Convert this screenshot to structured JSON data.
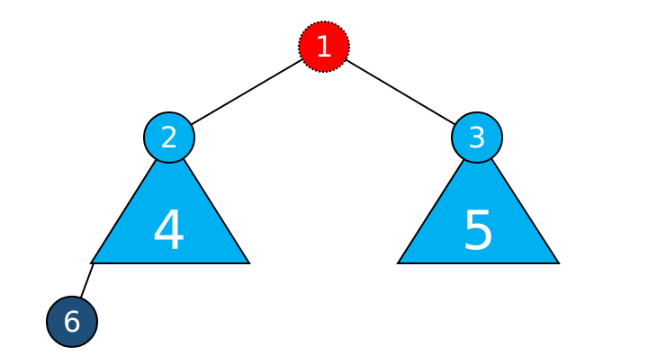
{
  "colors": {
    "root_fill": "#ff0000",
    "node_fill": "#00b0f0",
    "leaf_fill": "#1f4e79",
    "stroke": "#000000",
    "text": "#ffffff"
  },
  "tree": {
    "root": {
      "label": "1"
    },
    "left_child": {
      "label": "2"
    },
    "right_child": {
      "label": "3"
    },
    "left_subtree": {
      "label": "4"
    },
    "right_subtree": {
      "label": "5"
    },
    "extra_leaf": {
      "label": "6"
    }
  }
}
